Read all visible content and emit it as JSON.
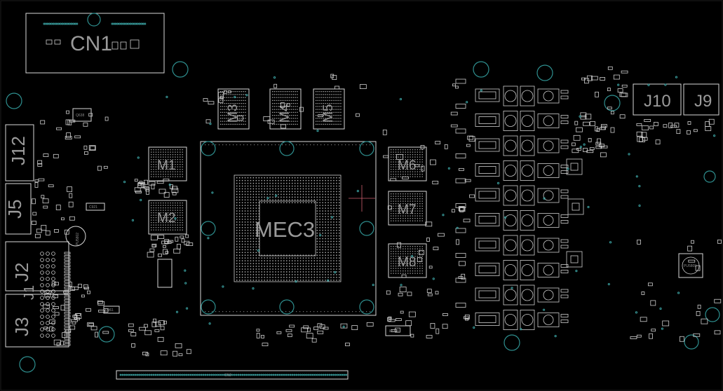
{
  "board": {
    "labels": {
      "cn1": "CN1",
      "cn2": "CN2",
      "mec3": "MEC3",
      "m1": "M1",
      "m2": "M2",
      "m3": "M3",
      "m4": "M4",
      "m5": "M5",
      "m6": "M6",
      "m7": "M7",
      "m8": "M8",
      "j1": "J1",
      "j2": "J2",
      "j3": "J3",
      "j5": "J5",
      "j9": "J9",
      "j10": "J10",
      "j12": "J12",
      "pu5": "PU5802",
      "pu6": "PU5809",
      "pu7": "PU5810",
      "l": "L3700",
      "q": "Q638",
      "u": "U961",
      "c": "C921"
    },
    "colors": {
      "background": "#000000",
      "outline": "#d8d8d8",
      "via": "#3aa0a0",
      "label": "#9a9a9a"
    }
  }
}
